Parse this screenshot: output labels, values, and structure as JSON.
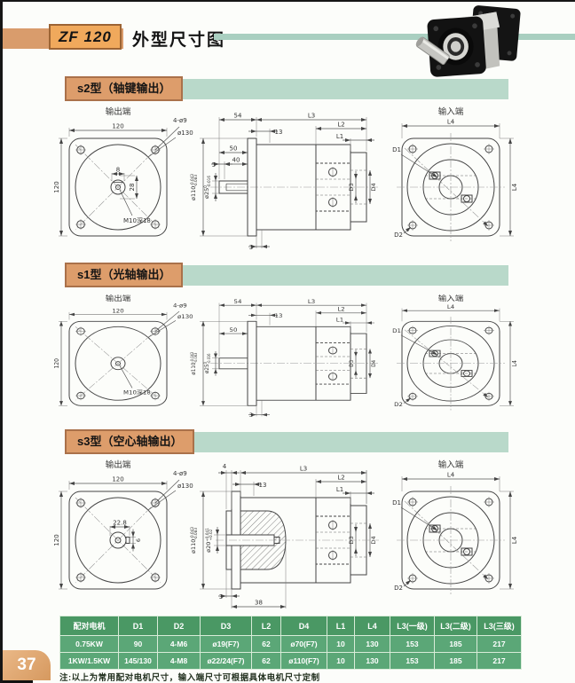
{
  "page": {
    "model": "ZF 120",
    "title": "外型尺寸图",
    "page_number": "37",
    "note": "注:以上为常用配对电机尺寸，输入端尺寸可根据具体电机尺寸定制"
  },
  "colors": {
    "accent_orange": "#dd9d6b",
    "accent_teal": "#b9d9ca",
    "table_header_green": "#4a9864",
    "table_row_green": "#5ba777"
  },
  "sections": [
    {
      "id": "s2",
      "label": "s2型（轴键输出）",
      "front": {
        "title": "输出端",
        "width": "120",
        "height": "120",
        "holes": "4-ø9",
        "bolt_circle": "ø130",
        "key_width": "8",
        "key_span": "28",
        "thread": "M10深18"
      },
      "side": {
        "len_front": "54",
        "L3": "L3",
        "d13": "13",
        "shaft_len": "50",
        "key_offset": "5",
        "key_len": "40",
        "boss": "ø110",
        "boss_sup": "-0.043",
        "boss_sub": "-0.083",
        "shaft": "ø25",
        "shaft_sup": "0",
        "shaft_sub": "-0.016",
        "boss_step": "3",
        "L2": "L2",
        "L1": "L1",
        "D3": "D3",
        "D4": "D4"
      },
      "input": {
        "title": "输入端",
        "L4": "L4",
        "D1": "D1",
        "D2": "D2"
      }
    },
    {
      "id": "s1",
      "label": "s1型（光轴输出）",
      "front": {
        "title": "输出端",
        "width": "120",
        "height": "120",
        "holes": "4-ø9",
        "bolt_circle": "ø130",
        "thread": "M10深18"
      },
      "side": {
        "len_front": "54",
        "L3": "L3",
        "d13": "13",
        "shaft_len": "50",
        "boss": "ø110",
        "boss_sup": "-0.043",
        "boss_sub": "-0.083",
        "shaft": "ø25",
        "shaft_sup": "0",
        "shaft_sub": "-0.016",
        "boss_step": "3",
        "L2": "L2",
        "L1": "L1",
        "D3": "D3",
        "D4": "D4"
      },
      "input": {
        "title": "输入端",
        "L4": "L4",
        "D1": "D1",
        "D2": "D2"
      }
    },
    {
      "id": "s3",
      "label": "s3型（空心轴输出）",
      "front": {
        "title": "输出端",
        "width": "120",
        "height": "120",
        "holes": "4-ø9",
        "bolt_circle": "ø130",
        "bore_span": "22.8",
        "key_width": "6"
      },
      "side": {
        "len_front": "4",
        "L3": "L3",
        "d13": "13",
        "boss": "ø110",
        "boss_sup": "-0.043",
        "boss_sub": "-0.083",
        "shaft": "ø20",
        "shaft_sup": "+0.041",
        "shaft_sub": "+0.02",
        "boss_step": "3",
        "hub_len": "38",
        "L2": "L2",
        "L1": "L1",
        "D3": "D3",
        "D4": "D4"
      },
      "input": {
        "title": "输入端",
        "L4": "L4",
        "D1": "D1",
        "D2": "D2"
      }
    }
  ],
  "table": {
    "headers": [
      "配对电机",
      "D1",
      "D2",
      "D3",
      "L2",
      "D4",
      "L1",
      "L4",
      "L3(一级)",
      "L3(二级)",
      "L3(三级)"
    ],
    "rows": [
      [
        "0.75KW",
        "90",
        "4-M6",
        "ø19(F7)",
        "62",
        "ø70(F7)",
        "10",
        "130",
        "153",
        "185",
        "217"
      ],
      [
        "1KW/1.5KW",
        "145/130",
        "4-M8",
        "ø22/24(F7)",
        "62",
        "ø110(F7)",
        "10",
        "130",
        "153",
        "185",
        "217"
      ]
    ]
  }
}
